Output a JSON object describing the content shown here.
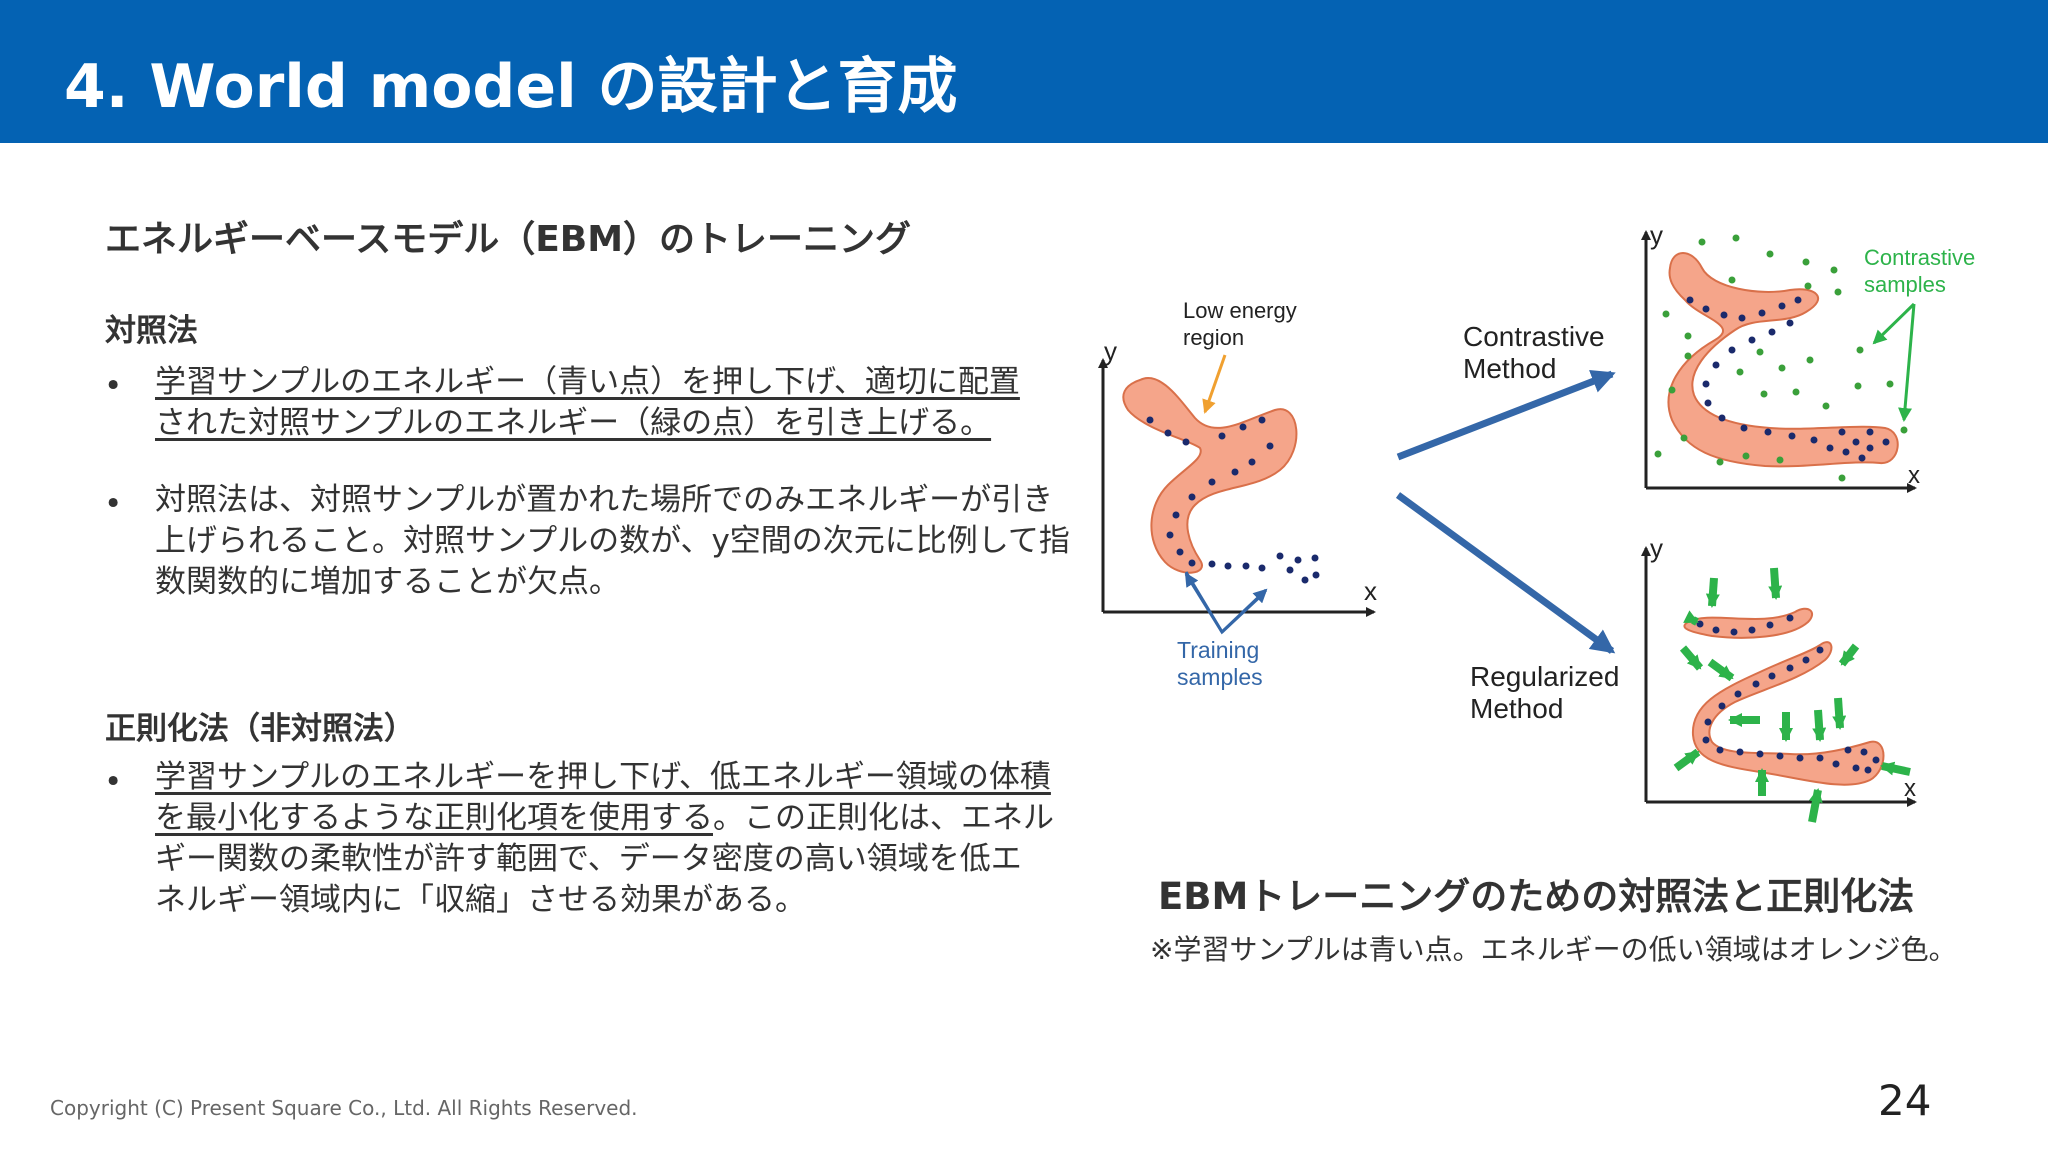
{
  "header": {
    "title": "4. World model の設計と育成"
  },
  "colors": {
    "header_bg": "#0462b3",
    "blob": "#f5a58a",
    "blob_stroke": "#d9704a",
    "training_dot": "#1a2a6c",
    "contrastive_dot": "#3aa03a",
    "arrow": "#3467a8",
    "green_arrow": "#2db34a",
    "orange_arrow": "#f0a030"
  },
  "section_title": "エネルギーベースモデル（EBM）のトレーニング",
  "contrastive": {
    "heading": "対照法",
    "bullet1_lines": [
      "学習サンプルのエネルギー（青い点）を押し下げ、適切に配置",
      "された対照サンプルのエネルギー（緑の点）を引き上げる。"
    ],
    "bullet2_lines": [
      "対照法は、対照サンプルが置かれた場所でのみエネルギーが引き",
      "上げられること。対照サンプルの数が、y空間の次元に比例して指",
      "数関数的に増加することが欠点。"
    ]
  },
  "regularized": {
    "heading": "正則化法（非対照法）",
    "bullet_underlined_1": "学習サンプルのエネルギーを押し下げ、低エネルギー領域の体積",
    "bullet_underlined_2": "を最小化するような正則化項を使用する",
    "bullet_rest_2": "。この正則化は、エネル",
    "bullet_lines_rest": [
      "ギー関数の柔軟性が許す範囲で、データ密度の高い領域を低エ",
      "ネルギー領域内に「収縮」させる効果がある。"
    ]
  },
  "bullet_symbol": "•",
  "diagram": {
    "left_axis_y": "y",
    "left_axis_x": "x",
    "low_energy_label": [
      "Low energy",
      "region"
    ],
    "training_label": [
      "Training",
      "samples"
    ],
    "contrastive_method_label": [
      "Contrastive",
      "Method"
    ],
    "regularized_method_label": [
      "Regularized",
      "Method"
    ],
    "tr_axis_y": "y",
    "tr_axis_x": "x",
    "contrastive_samples_label": [
      "Contrastive",
      "samples"
    ],
    "br_axis_y": "y",
    "br_axis_x": "x"
  },
  "caption": "EBMトレーニングのための対照法と正則化法",
  "note": "※学習サンプルは青い点。エネルギーの低い領域はオレンジ色。",
  "footer": "Copyright (C) Present Square Co., Ltd. All Rights Reserved.",
  "page_number": "24"
}
